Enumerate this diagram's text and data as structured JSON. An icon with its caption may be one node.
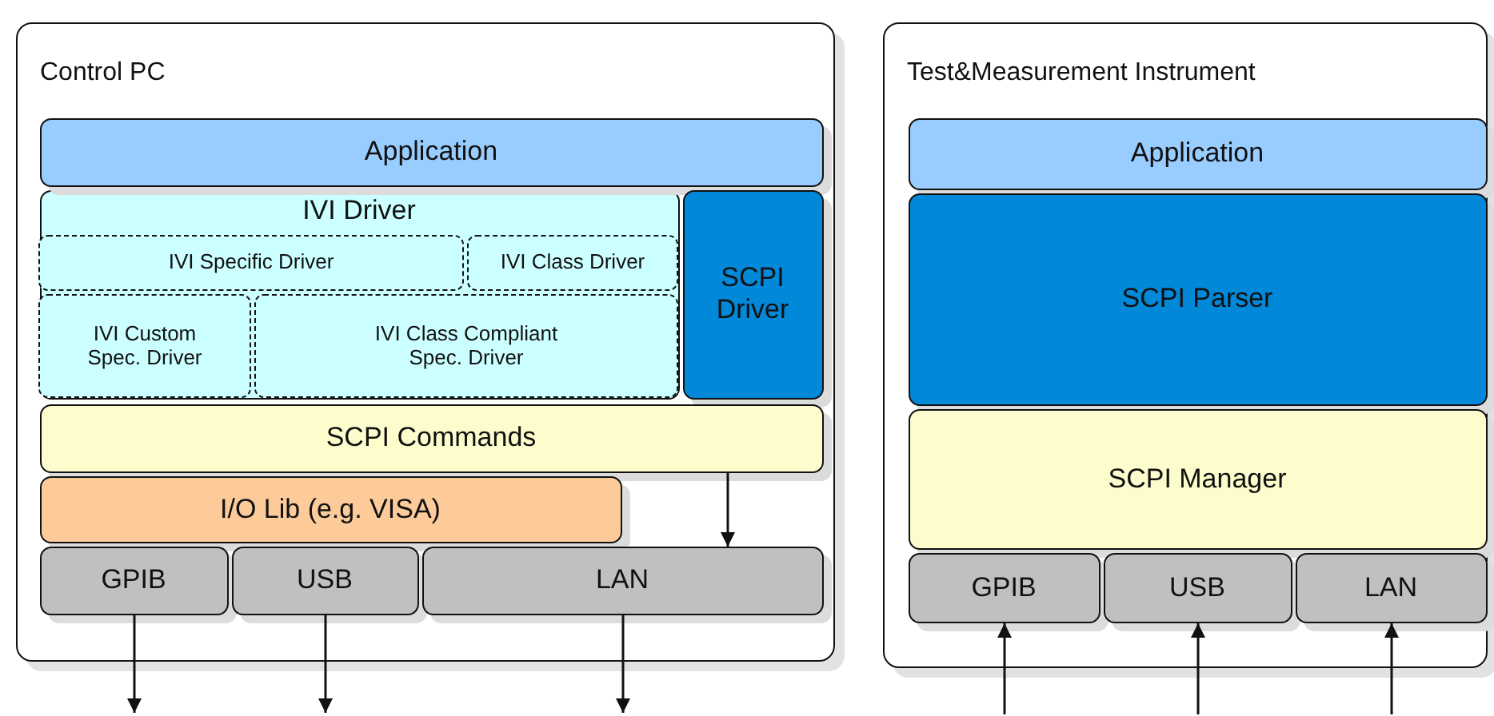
{
  "diagram": {
    "nodes": [
      {
        "text": [
          "Control PC"
        ]
      },
      {
        "text": [
          "Application"
        ],
        "in": 0
      },
      {
        "text": [
          "IVI Driver"
        ],
        "in": 0
      },
      {
        "text": [
          "IVI Specific Driver"
        ],
        "in": 2
      },
      {
        "text": [
          "IVI Class Driver"
        ],
        "in": 2
      },
      {
        "text": [
          "IVI Custom Spec. Driver"
        ],
        "in": 2
      },
      {
        "text": [
          "IVI Class Compliant Spec. Driver"
        ],
        "in": 2
      },
      {
        "text": [
          "SCPI Driver"
        ],
        "in": 0
      },
      {
        "text": [
          "SCPI Commands"
        ],
        "in": 0
      },
      {
        "text": [
          "I/O Lib (e.g. VISA)"
        ],
        "in": 0
      },
      {
        "text": [
          "GPIB"
        ],
        "in": 0
      },
      {
        "text": [
          "USB"
        ],
        "in": 0
      },
      {
        "text": [
          "LAN"
        ],
        "in": 0
      },
      {
        "text": [
          "Test&Measurement Instrument"
        ]
      },
      {
        "text": [
          "Application"
        ],
        "in": 13
      },
      {
        "text": [
          "SCPI Parser"
        ],
        "in": 13
      },
      {
        "text": [
          "SCPI Manager"
        ],
        "in": 13
      },
      {
        "text": [
          "GPIB"
        ],
        "in": 13
      },
      {
        "text": [
          "USB"
        ],
        "in": 13
      },
      {
        "text": [
          "LAN"
        ],
        "in": 13
      }
    ],
    "edges": [
      {
        "from": 8,
        "to": 12,
        "arrow": "to"
      },
      {
        "from": 10,
        "to": null,
        "arrow": "to"
      },
      {
        "from": 11,
        "to": null,
        "arrow": "to"
      },
      {
        "from": 12,
        "to": null,
        "arrow": "to"
      },
      {
        "from": null,
        "to": 17,
        "arrow": "to"
      },
      {
        "from": null,
        "to": 18,
        "arrow": "to"
      },
      {
        "from": null,
        "to": 19,
        "arrow": "to"
      }
    ]
  }
}
